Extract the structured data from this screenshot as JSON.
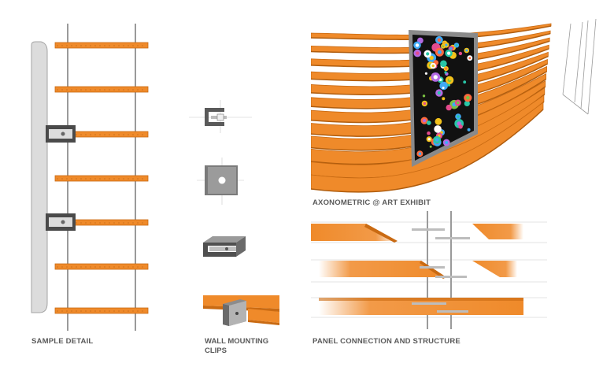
{
  "captions": {
    "sample_detail": "SAMPLE DETAIL",
    "wall_clips_line1": "WALL MOUNTING",
    "wall_clips_line2": "CLIPS",
    "axonometric": "AXONOMETRIC @ ART EXHIBIT",
    "panel_connection": "PANEL CONNECTION AND STRUCTURE"
  },
  "colors": {
    "orange": "#ef8a2a",
    "orange_dark": "#c96a12",
    "grey_wall": "#d9d9d9",
    "clip_dark": "#555555",
    "frame_grey": "#8a8a8a",
    "art_bg": "#111111"
  }
}
